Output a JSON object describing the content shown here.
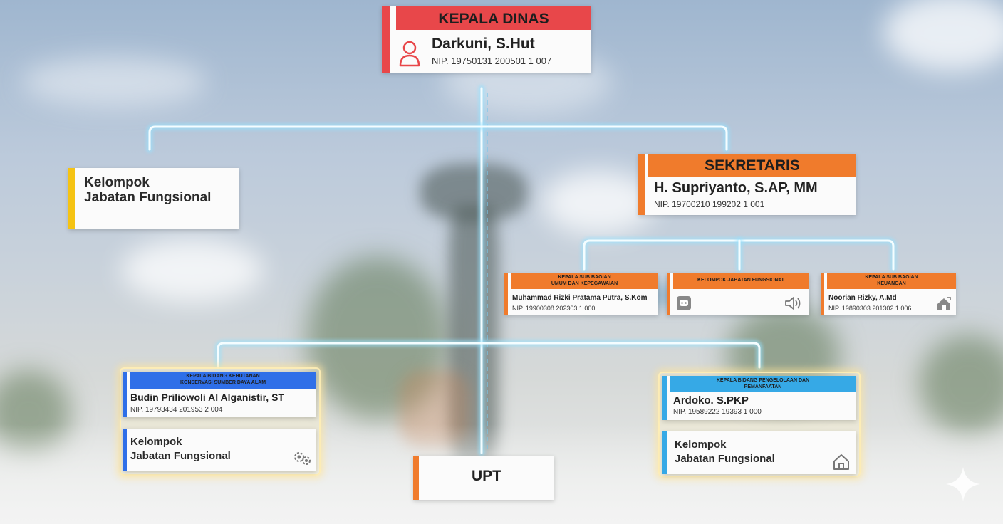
{
  "kepala": {
    "title": "KEPALA DINAS",
    "name": "Darkuni, S.Hut",
    "nip": "NIP. 19750131 200501 1 007",
    "icon": "person-icon",
    "accent": "#e8474a"
  },
  "sekretaris": {
    "title": "SEKRETARIS",
    "name": "H. Supriyanto, S.AP, MM",
    "nip": "NIP. 19700210 199202 1 001",
    "accent": "#f07b2c"
  },
  "fungsional_left": {
    "label_line1": "Kelompok",
    "label_line2": "Jabatan Fungsional",
    "accent": "#f5c313"
  },
  "subbagian": [
    {
      "title_line1": "KEPALA SUB BAGIAN",
      "title_line2": "UMUM DAN KEPEGAWAIAN",
      "name": "Muhammad Rizki Pratama Putra, S.Kom",
      "nip": "NIP. 19900308 202303 1 000"
    },
    {
      "title_line1": "KELOMPOK JABATAN FUNGSIONAL",
      "title_line2": "",
      "icon_left": "robot-icon",
      "icon_right": "speaker-icon"
    },
    {
      "title_line1": "KEPALA SUB BAGIAN",
      "title_line2": "KEUANGAN",
      "name": "Noorian Rizky, A.Md",
      "nip": "NIP. 19890303 201302 1 006",
      "icon_right": "house-icon"
    }
  ],
  "bidang_left": {
    "title_line1": "KEPALA BIDANG KEHUTANAN",
    "title_line2": "KONSERVASI SUMBER DAYA ALAM",
    "name": "Budin Priliowoli Al Alganistir, ST",
    "nip": "NIP. 19793434 201953 2 004",
    "fungsional_line1": "Kelompok",
    "fungsional_line2": "Jabatan Fungsional",
    "icon": "gears-icon",
    "accent": "#2f6fe8"
  },
  "bidang_right": {
    "title_line1": "KEPALA BIDANG PENGELOLAAN DAN",
    "title_line2": "PEMANFAATAN",
    "name": "Ardoko. S.PKP",
    "nip": "NIP. 19589222 19393 1 000",
    "fungsional_line1": "Kelompok",
    "fungsional_line2": "Jabatan Fungsional",
    "icon": "house-icon",
    "accent": "#36a9e6"
  },
  "upt": {
    "label": "UPT",
    "accent": "#f07b2c"
  },
  "colors": {
    "orange_header": "#f07b2c",
    "red_header": "#e8474a",
    "blue_header": "#2f6fe8",
    "lightblue_header": "#36a9e6",
    "connector": "#bfefff"
  }
}
